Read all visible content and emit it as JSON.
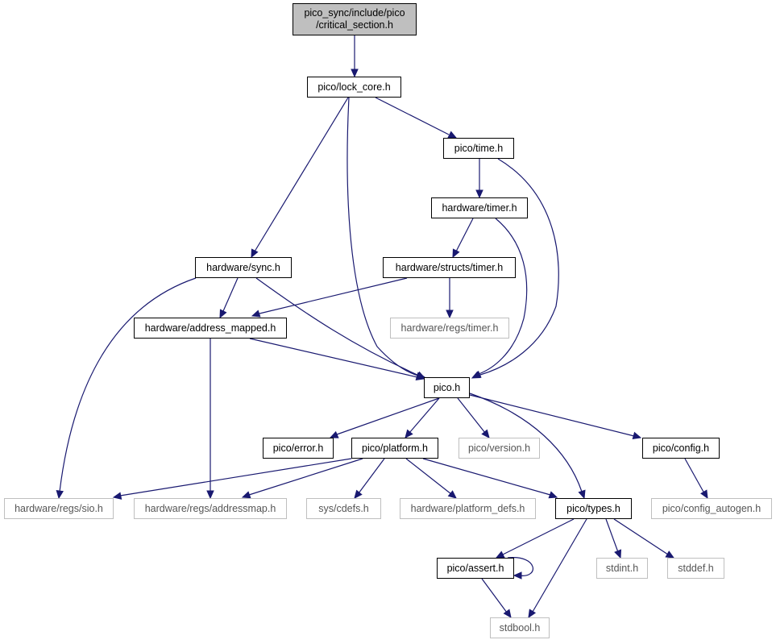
{
  "nodes": {
    "critical_section": {
      "line1": "pico_sync/include/pico",
      "line2": "/critical_section.h"
    },
    "lock_core": "pico/lock_core.h",
    "time": "pico/time.h",
    "timer": "hardware/timer.h",
    "sync": "hardware/sync.h",
    "structs_timer": "hardware/structs/timer.h",
    "address_mapped": "hardware/address_mapped.h",
    "regs_timer": "hardware/regs/timer.h",
    "pico": "pico.h",
    "error": "pico/error.h",
    "platform": "pico/platform.h",
    "version": "pico/version.h",
    "config": "pico/config.h",
    "regs_sio": "hardware/regs/sio.h",
    "addressmap": "hardware/regs/addressmap.h",
    "cdefs": "sys/cdefs.h",
    "platform_defs": "hardware/platform_defs.h",
    "types": "pico/types.h",
    "config_autogen": "pico/config_autogen.h",
    "assert": "pico/assert.h",
    "stdint": "stdint.h",
    "stddef": "stddef.h",
    "stdbool": "stdbool.h"
  },
  "colors": {
    "edge": "#191970",
    "root_fill": "#bfbfbf",
    "node_border": "#000000",
    "missing_border": "#bfbfbf"
  }
}
